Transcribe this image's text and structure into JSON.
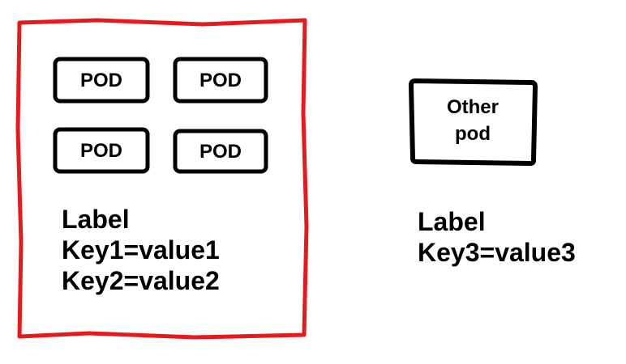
{
  "colors": {
    "group_border": "#e8191d",
    "stroke": "#000000",
    "background": "#ffffff"
  },
  "group": {
    "pods": [
      {
        "label": "POD"
      },
      {
        "label": "POD"
      },
      {
        "label": "POD"
      },
      {
        "label": "POD"
      }
    ],
    "label_heading": "Label",
    "labels": [
      "Key1=value1",
      "Key2=value2"
    ]
  },
  "other": {
    "pod_label_line1": "Other",
    "pod_label_line2": "pod",
    "label_heading": "Label",
    "labels": [
      "Key3=value3"
    ]
  }
}
